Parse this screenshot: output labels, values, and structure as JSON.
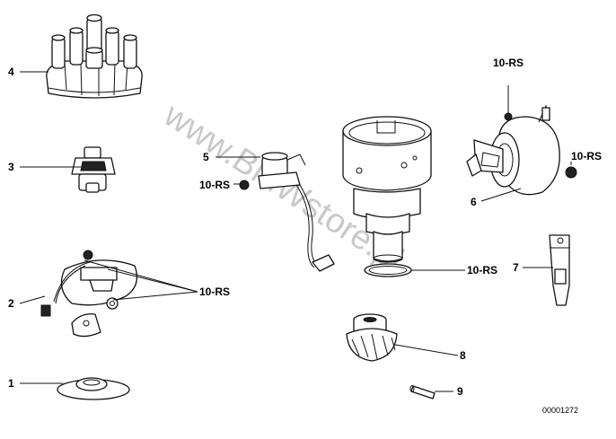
{
  "diagram": {
    "watermark": "www.BMWstore.pl",
    "reference_code": "00001272",
    "callouts": [
      {
        "id": "c1",
        "label": "1"
      },
      {
        "id": "c2",
        "label": "2"
      },
      {
        "id": "c3",
        "label": "3"
      },
      {
        "id": "c4",
        "label": "4"
      },
      {
        "id": "c5",
        "label": "5"
      },
      {
        "id": "c6",
        "label": "6"
      },
      {
        "id": "c7",
        "label": "7"
      },
      {
        "id": "c8",
        "label": "8"
      },
      {
        "id": "c9",
        "label": "9"
      },
      {
        "id": "c10rs_a",
        "label": "10-RS"
      },
      {
        "id": "c10rs_b",
        "label": "10-RS"
      },
      {
        "id": "c10rs_c",
        "label": "10-RS"
      },
      {
        "id": "c10rs_d",
        "label": "10-RS"
      },
      {
        "id": "c10rs_e",
        "label": "10-RS"
      }
    ]
  }
}
